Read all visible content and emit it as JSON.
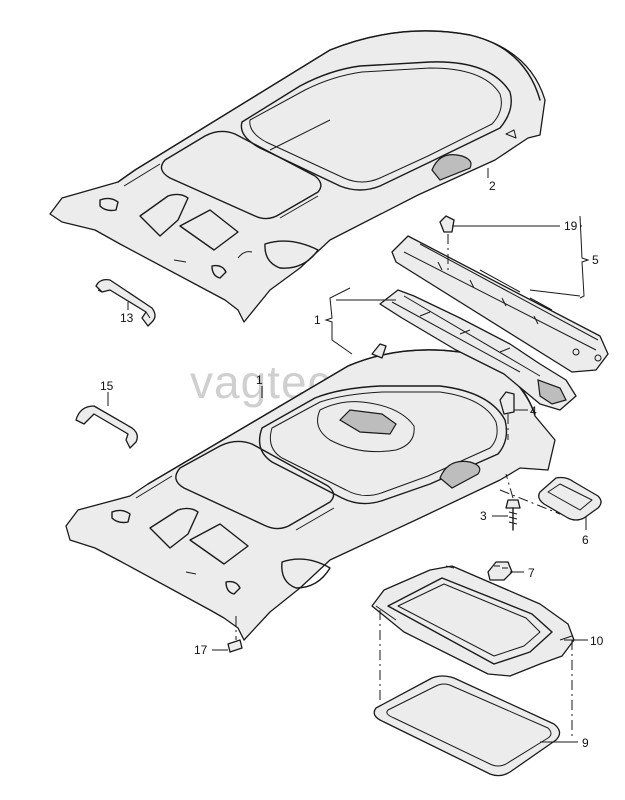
{
  "watermark": "vagtec.ru",
  "callouts": {
    "c1a": "1",
    "c1b": "1",
    "c2": "2",
    "c3": "3",
    "c4": "4",
    "c5": "5",
    "c6": "6",
    "c7": "7",
    "c9": "9",
    "c10": "10",
    "c13": "13",
    "c15": "15",
    "c17": "17",
    "c19": "19"
  }
}
